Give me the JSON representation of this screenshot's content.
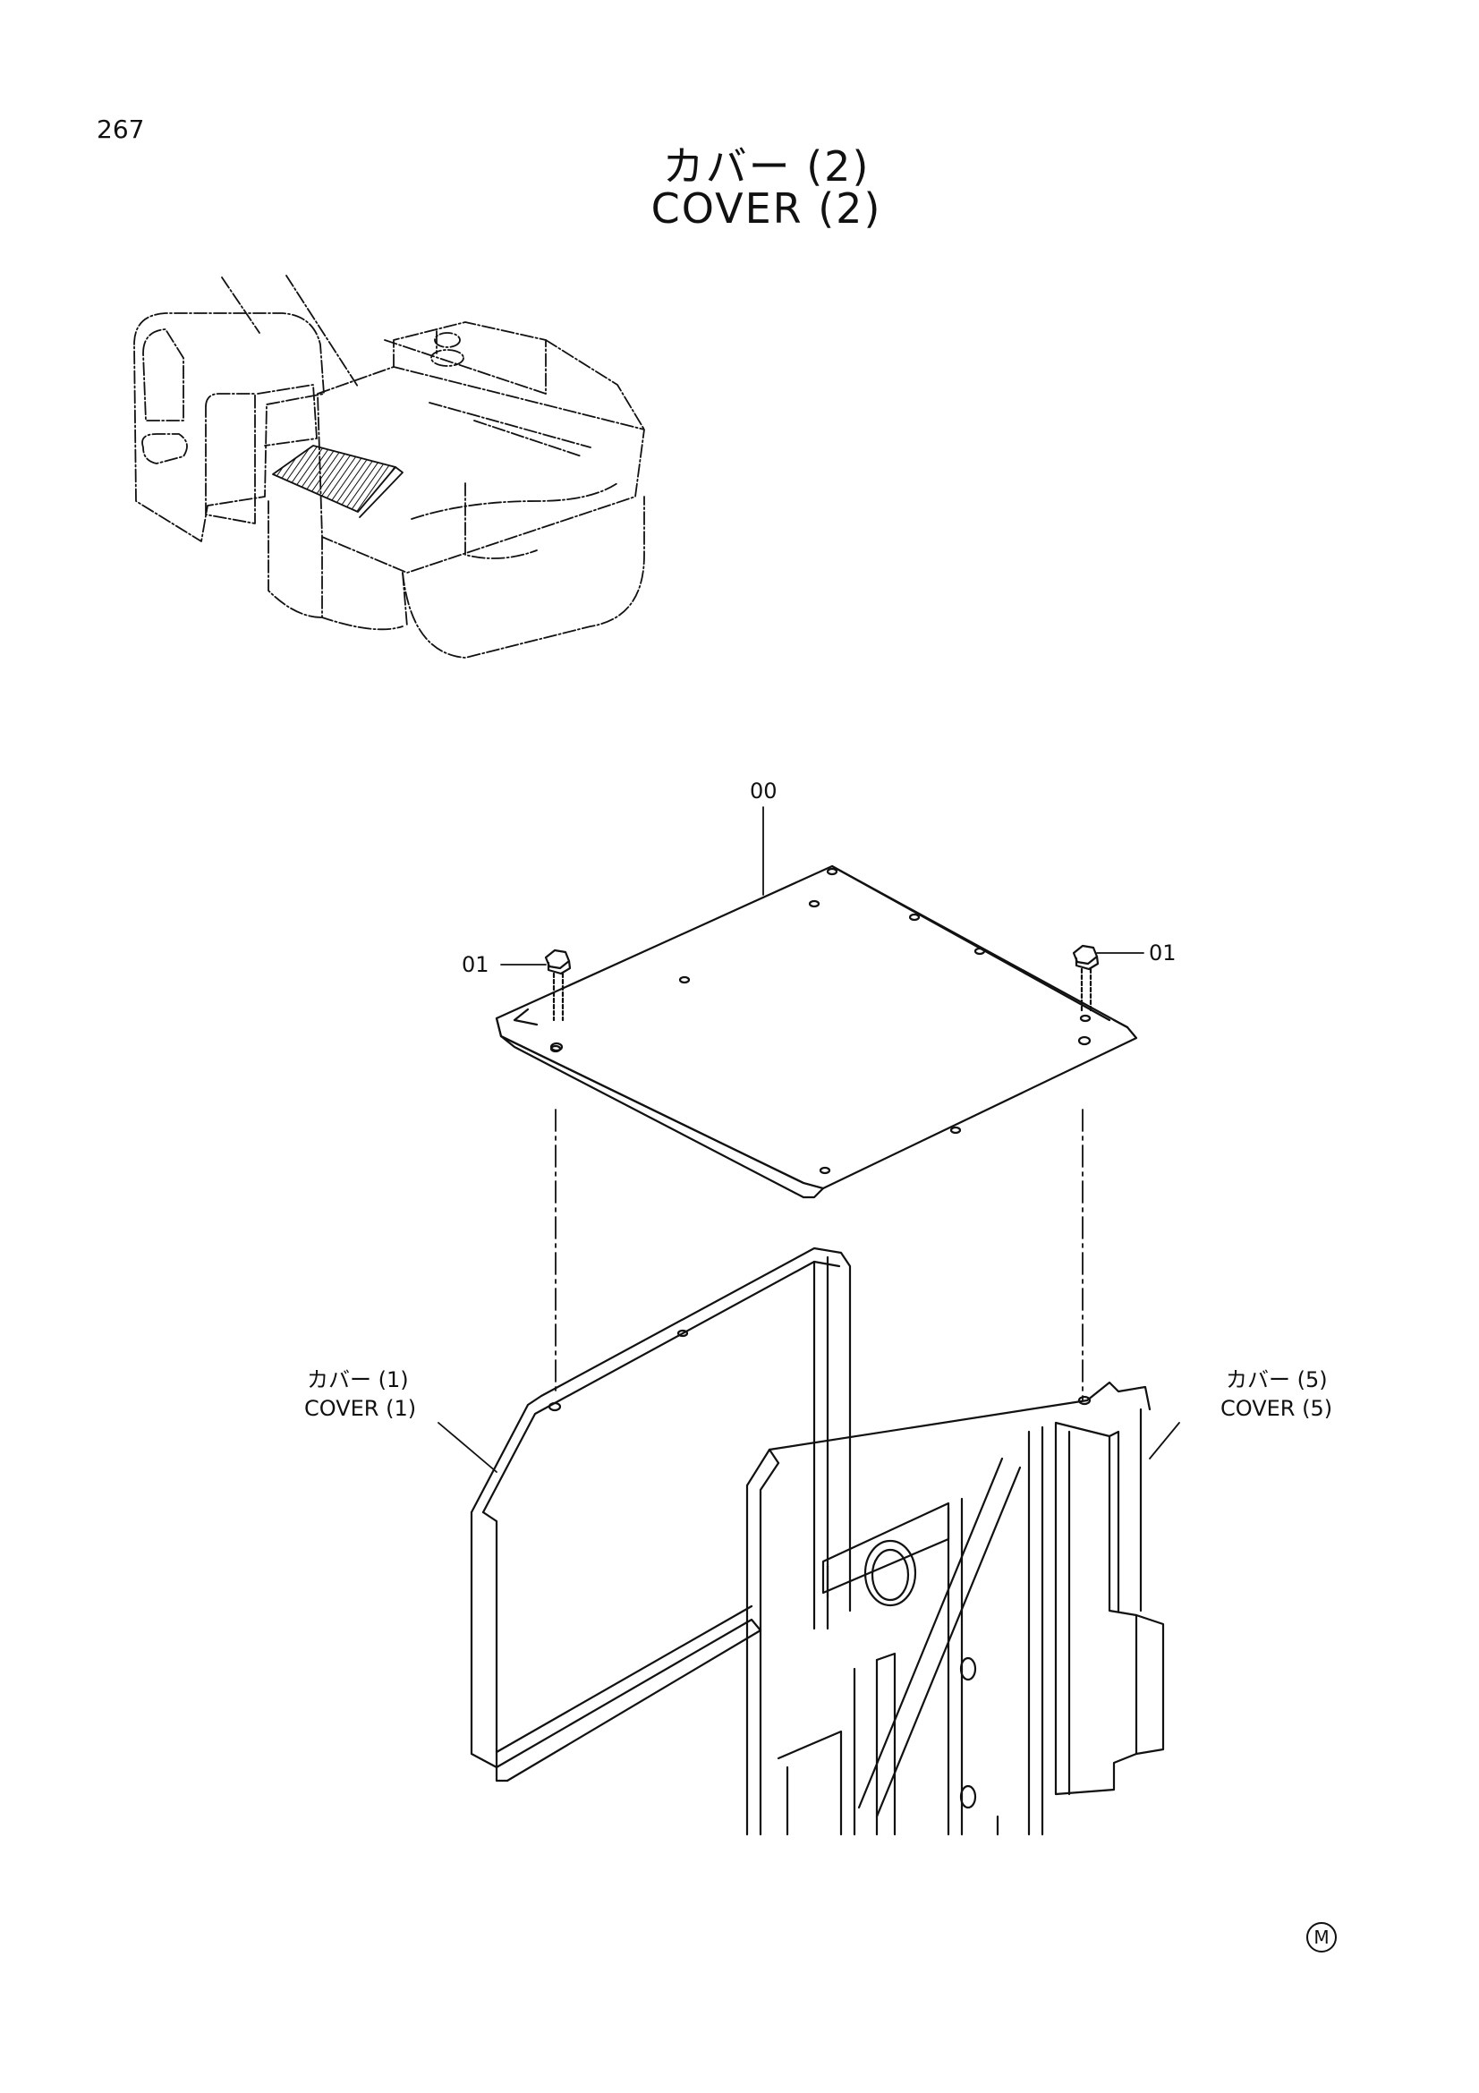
{
  "page": {
    "number": "267"
  },
  "title": {
    "japanese": "カバー (2)",
    "english": "COVER (2)"
  },
  "callouts": {
    "part_00": "00",
    "part_01_left": "01",
    "part_01_right": "01",
    "cover1_jp": "カバー (1)",
    "cover1_en": "COVER (1)",
    "cover5_jp": "カバー (5)",
    "cover5_en": "COVER (5)"
  },
  "marks": {
    "m_symbol": "M"
  }
}
